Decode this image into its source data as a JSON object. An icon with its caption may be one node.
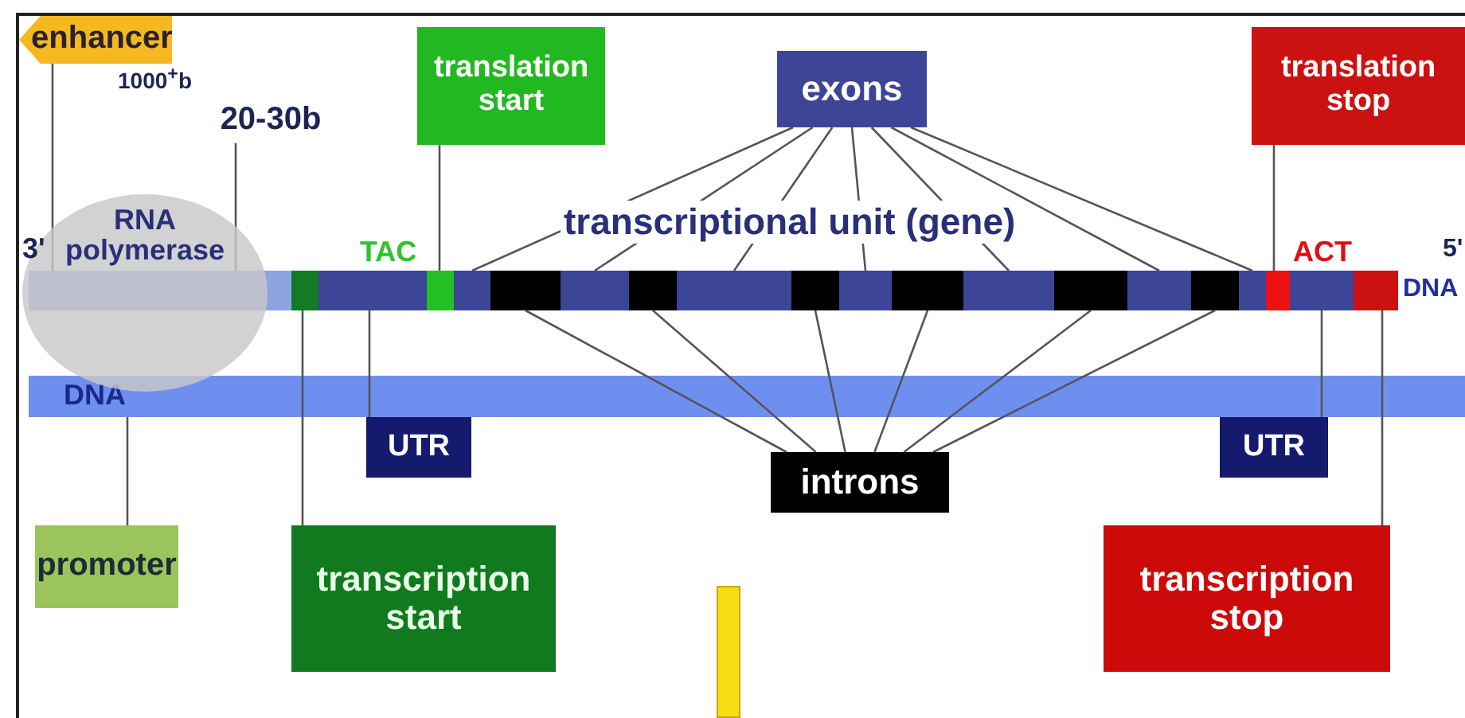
{
  "diagram": {
    "nodes": [
      {
        "text": [
          "enhancer"
        ]
      },
      {
        "text": [
          "20-30b"
        ]
      },
      {
        "text": [
          "translation start"
        ]
      },
      {
        "text": [
          "exons"
        ]
      },
      {
        "text": [
          "translation stop"
        ]
      },
      {
        "text": [
          "RNA polymerase"
        ]
      },
      {
        "text": [],
        "shape": "bar"
      },
      {
        "text": [],
        "shape": "bar"
      },
      {
        "text": [],
        "shape": "bar"
      },
      {
        "text": [],
        "shape": "bar"
      },
      {
        "text": [],
        "shape": "bar"
      },
      {
        "text": [],
        "shape": "bar"
      },
      {
        "text": [],
        "shape": "bar"
      },
      {
        "text": [],
        "shape": "bar"
      },
      {
        "text": [],
        "shape": "bar"
      },
      {
        "text": [],
        "shape": "bar"
      },
      {
        "text": [],
        "shape": "bar"
      },
      {
        "text": [],
        "shape": "bar"
      },
      {
        "text": [],
        "shape": "bar"
      },
      {
        "text": [],
        "shape": "bar"
      },
      {
        "text": [],
        "shape": "bar"
      },
      {
        "text": [],
        "shape": "bar"
      },
      {
        "text": [],
        "shape": "bar"
      },
      {
        "text": [],
        "shape": "bar"
      },
      {
        "text": [],
        "shape": "bar"
      },
      {
        "text": [],
        "shape": "bar"
      },
      {
        "text": [
          "DNA"
        ]
      },
      {
        "text": [
          "UTR"
        ]
      },
      {
        "text": [
          "introns"
        ]
      },
      {
        "text": [
          "UTR"
        ]
      },
      {
        "text": [
          "promoter"
        ]
      },
      {
        "text": [
          "transcription start"
        ]
      },
      {
        "text": [
          "transcription stop"
        ]
      },
      {
        "text": [],
        "shape": "bar"
      }
    ],
    "edges": [
      {
        "from": 0,
        "to": 6,
        "arrow": "none"
      },
      {
        "from": 1,
        "to": 6,
        "arrow": "none"
      },
      {
        "from": 2,
        "to": 9,
        "arrow": "none"
      },
      {
        "from": 3,
        "to": 10,
        "arrow": "none"
      },
      {
        "from": 3,
        "to": 12,
        "arrow": "none"
      },
      {
        "from": 3,
        "to": 14,
        "arrow": "none"
      },
      {
        "from": 3,
        "to": 16,
        "arrow": "none"
      },
      {
        "from": 3,
        "to": 18,
        "arrow": "none"
      },
      {
        "from": 3,
        "to": 20,
        "arrow": "none"
      },
      {
        "from": 3,
        "to": 22,
        "arrow": "none"
      },
      {
        "from": 4,
        "to": 23,
        "arrow": "none"
      },
      {
        "from": 27,
        "to": 8,
        "arrow": "none"
      },
      {
        "from": 28,
        "to": 11,
        "arrow": "none"
      },
      {
        "from": 28,
        "to": 13,
        "arrow": "none"
      },
      {
        "from": 28,
        "to": 15,
        "arrow": "none"
      },
      {
        "from": 28,
        "to": 17,
        "arrow": "none"
      },
      {
        "from": 28,
        "to": 19,
        "arrow": "none"
      },
      {
        "from": 28,
        "to": 21,
        "arrow": "none"
      },
      {
        "from": 29,
        "to": 24,
        "arrow": "none"
      },
      {
        "from": 30,
        "to": 26,
        "arrow": "none"
      },
      {
        "from": 31,
        "to": 7,
        "arrow": "none"
      },
      {
        "from": 32,
        "to": 25,
        "arrow": "none"
      }
    ],
    "labels": [
      "1000$^{+}$b",
      "3'",
      "TAC",
      "transcriptional unit (gene)",
      "ACT",
      "5'",
      "DNA"
    ]
  }
}
